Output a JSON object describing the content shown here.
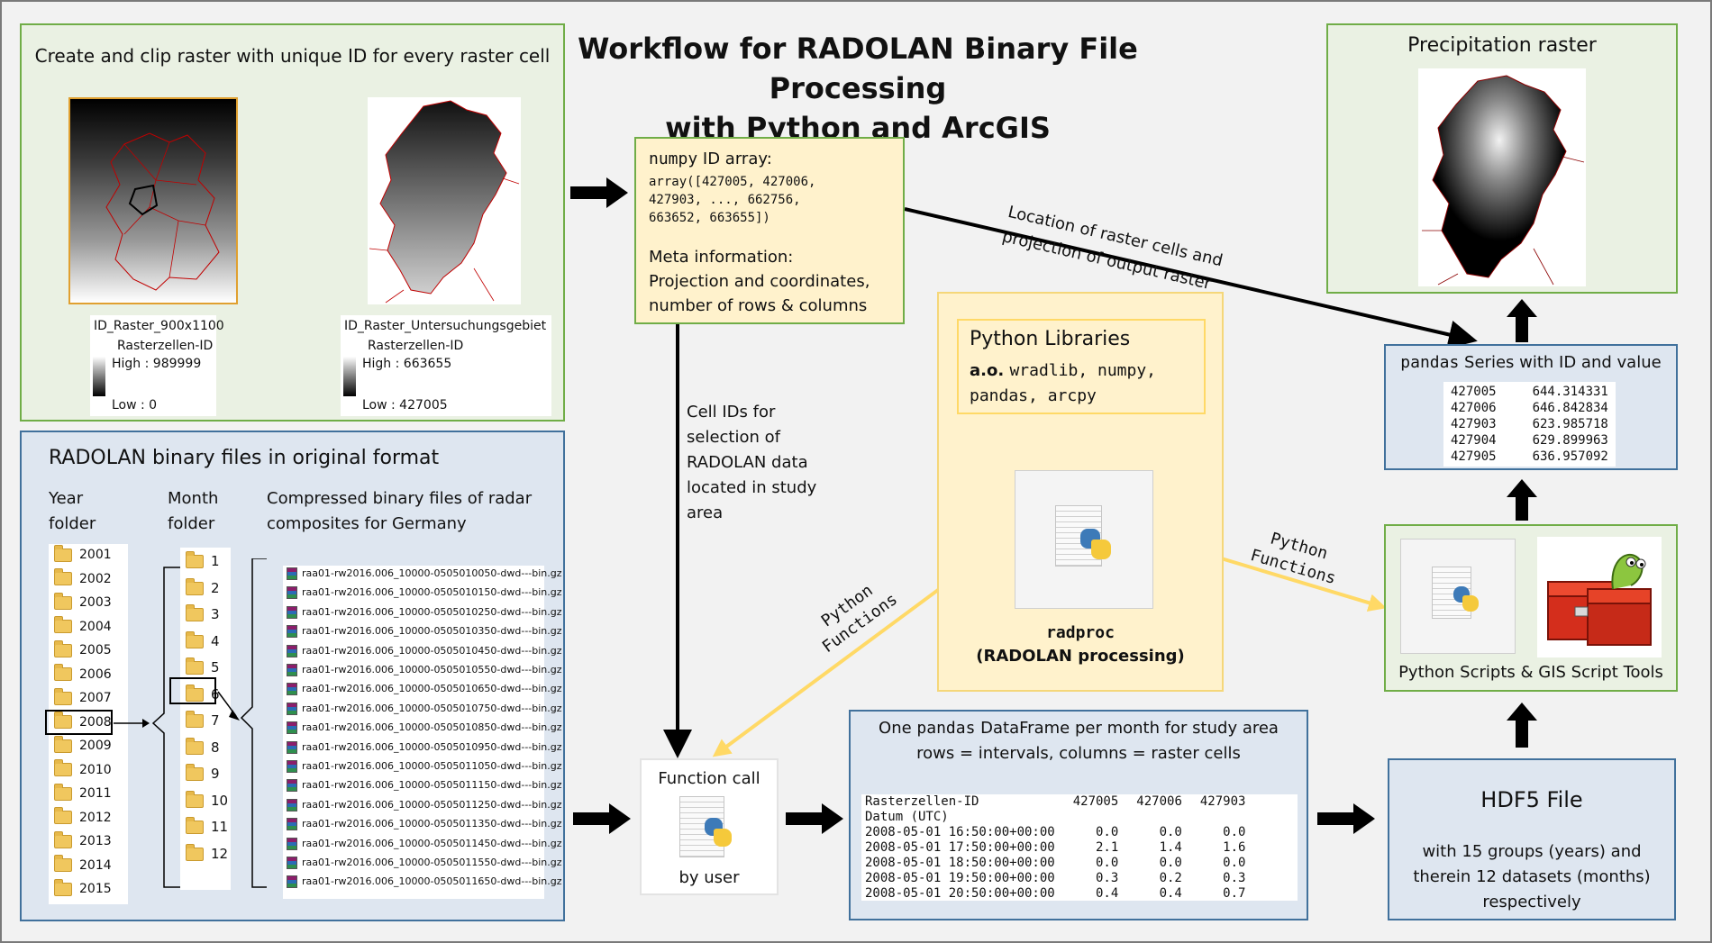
{
  "title": [
    "Workflow for RADOLAN Binary File Processing",
    "with Python and ArcGIS"
  ],
  "raster_section": {
    "heading": "Create and clip raster with unique ID for every raster cell",
    "legend1": {
      "name": "ID_Raster_900x1100",
      "field": "Rasterzellen-ID",
      "high": "High : 989999",
      "low": "Low : 0"
    },
    "legend2": {
      "name": "ID_Raster_Untersuchungsgebiet",
      "field": "Rasterzellen-ID",
      "high": "High : 663655",
      "low": "Low : 427005"
    }
  },
  "numpy_box": {
    "lib": "numpy",
    "heading": " ID array:",
    "array_lines": [
      "array([427005, 427006,",
      "427903, ..., 662756,",
      "663652, 663655])"
    ],
    "meta_title": "Meta information:",
    "meta_lines": [
      "Projection and coordinates,",
      "number of rows & columns"
    ]
  },
  "arrow_label_top": [
    "Location of raster cells and",
    "projection of output raster"
  ],
  "cell_ids_label": [
    "Cell IDs for",
    "selection of",
    "RADOLAN data",
    "located in study",
    "area"
  ],
  "precip": {
    "title": "Precipitation raster"
  },
  "libraries": {
    "title": "Python Libraries",
    "prefix": "a.o. ",
    "line1": "wradlib, numpy,",
    "line2": "pandas, arcpy",
    "tool_name": "radproc",
    "tool_desc": "(RADOLAN processing)"
  },
  "python_functions_left": [
    "Python",
    "Functions"
  ],
  "python_functions_right": [
    "Python",
    "Functions"
  ],
  "series": {
    "lib": "pandas",
    "title": " Series with ID and value",
    "rows": [
      [
        "427005",
        "644.314331"
      ],
      [
        "427006",
        "646.842834"
      ],
      [
        "427903",
        "623.985718"
      ],
      [
        "427904",
        "629.899963"
      ],
      [
        "427905",
        "636.957092"
      ]
    ]
  },
  "scripts": {
    "label": "Python Scripts & GIS Script Tools"
  },
  "radolan": {
    "title": "RADOLAN binary files in original format",
    "year_header": [
      "Year",
      "folder"
    ],
    "month_header": [
      "Month",
      "folder"
    ],
    "files_header": [
      "Compressed binary files of radar",
      "composites for Germany"
    ],
    "years": [
      "2001",
      "2002",
      "2003",
      "2004",
      "2005",
      "2006",
      "2007",
      "2008",
      "2009",
      "2010",
      "2011",
      "2012",
      "2013",
      "2014",
      "2015"
    ],
    "months": [
      "1",
      "2",
      "3",
      "4",
      "5",
      "6",
      "7",
      "8",
      "9",
      "10",
      "11",
      "12"
    ],
    "files": [
      "raa01-rw2016.006_10000-0505010050-dwd---bin.gz",
      "raa01-rw2016.006_10000-0505010150-dwd---bin.gz",
      "raa01-rw2016.006_10000-0505010250-dwd---bin.gz",
      "raa01-rw2016.006_10000-0505010350-dwd---bin.gz",
      "raa01-rw2016.006_10000-0505010450-dwd---bin.gz",
      "raa01-rw2016.006_10000-0505010550-dwd---bin.gz",
      "raa01-rw2016.006_10000-0505010650-dwd---bin.gz",
      "raa01-rw2016.006_10000-0505010750-dwd---bin.gz",
      "raa01-rw2016.006_10000-0505010850-dwd---bin.gz",
      "raa01-rw2016.006_10000-0505010950-dwd---bin.gz",
      "raa01-rw2016.006_10000-0505011050-dwd---bin.gz",
      "raa01-rw2016.006_10000-0505011150-dwd---bin.gz",
      "raa01-rw2016.006_10000-0505011250-dwd---bin.gz",
      "raa01-rw2016.006_10000-0505011350-dwd---bin.gz",
      "raa01-rw2016.006_10000-0505011450-dwd---bin.gz",
      "raa01-rw2016.006_10000-0505011550-dwd---bin.gz",
      "raa01-rw2016.006_10000-0505011650-dwd---bin.gz"
    ],
    "selected_year": "2008",
    "selected_month": "5"
  },
  "function_call": {
    "title": "Function call",
    "subtitle": "by user"
  },
  "dataframe": {
    "title_pre": "One ",
    "lib": "pandas",
    "title_post": " DataFrame per month for study area",
    "subtitle": "rows = intervals, columns = raster cells",
    "header": [
      "Rasterzellen-ID",
      "427005",
      "427006",
      "427903"
    ],
    "index_name": "Datum (UTC)",
    "rows": [
      [
        "2008-05-01 16:50:00+00:00",
        "0.0",
        "0.0",
        "0.0"
      ],
      [
        "2008-05-01 17:50:00+00:00",
        "2.1",
        "1.4",
        "1.6"
      ],
      [
        "2008-05-01 18:50:00+00:00",
        "0.0",
        "0.0",
        "0.0"
      ],
      [
        "2008-05-01 19:50:00+00:00",
        "0.3",
        "0.2",
        "0.3"
      ],
      [
        "2008-05-01 20:50:00+00:00",
        "0.4",
        "0.4",
        "0.7"
      ]
    ]
  },
  "hdf5": {
    "title": "HDF5 File",
    "lines": [
      "with 15 groups (years) and",
      "therein 12 datasets (months)",
      "respectively"
    ]
  },
  "colors": {
    "green_border": "#70ad47",
    "green_fill": "#eaf1e3",
    "blue_border": "#41719c",
    "blue_fill": "#dee6f0",
    "yellow_fill": "#fff2cc",
    "yellow_arrow": "#ffd966",
    "map_outline": "#c00000"
  }
}
